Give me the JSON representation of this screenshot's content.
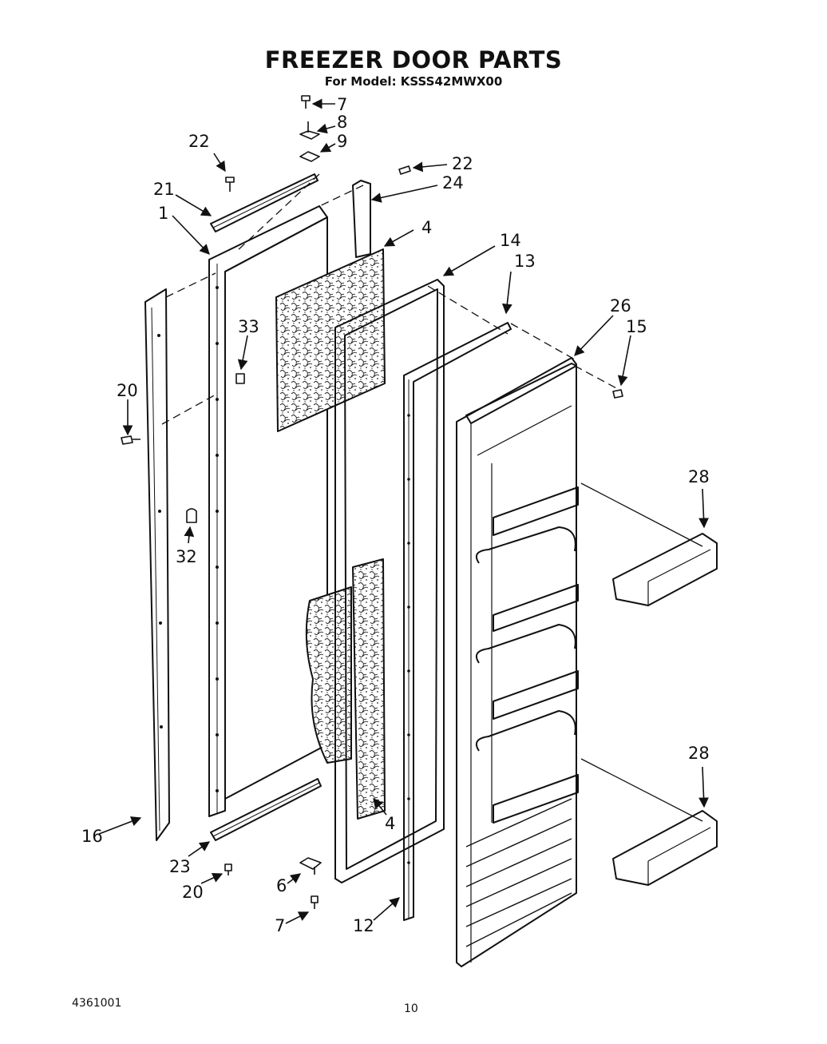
{
  "header": {
    "title": "FREEZER DOOR PARTS",
    "subtitle": "For Model: KSSS42MWX00"
  },
  "callouts": {
    "c7_top": "7",
    "c8": "8",
    "c9": "9",
    "c22_left": "22",
    "c22_right": "22",
    "c24": "24",
    "c21": "21",
    "c1": "1",
    "c4_top": "4",
    "c14": "14",
    "c13": "13",
    "c26": "26",
    "c15": "15",
    "c33": "33",
    "c20_left": "20",
    "c28_top": "28",
    "c32": "32",
    "c28_bottom": "28",
    "c4_bottom": "4",
    "c16": "16",
    "c23": "23",
    "c20_bottom": "20",
    "c6": "6",
    "c7_bottom": "7",
    "c12": "12"
  },
  "footer": {
    "doc_number": "4361001",
    "page_number": "10"
  }
}
